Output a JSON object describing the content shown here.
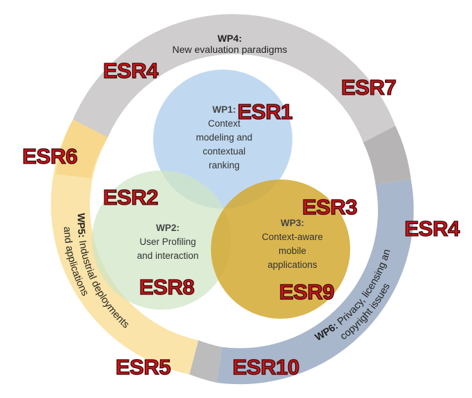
{
  "colors": {
    "ring_gray": "#cfcdcd",
    "ring_dark_gray": "#b6b4b4",
    "ring_blue": "#a8b7cb",
    "ring_blue_dark": "#8fa3bd",
    "ring_yellow": "#fbe4a9",
    "ring_yellow_dark": "#f7d88c",
    "wp1_fill": "#a8cbea",
    "wp2_fill": "#d5e8cc",
    "wp3_fill": "#d4a932",
    "esr_red": "#c9161c"
  },
  "outer_ring": {
    "wp4": {
      "id": "WP4:",
      "label": "New evaluation paradigms"
    },
    "wp5": {
      "id": "WP5:",
      "label_line1": "Industrial deployments",
      "label_line2": "and applications"
    },
    "wp6": {
      "id": "WP6:",
      "label_line1": "Privacy, licensing and",
      "label_line2": "copyright issues"
    }
  },
  "circles": {
    "wp1": {
      "id": "WP1:",
      "lines": [
        "Context",
        "modeling and",
        "contextual",
        "ranking"
      ]
    },
    "wp2": {
      "id": "WP2:",
      "lines": [
        "User Profiling",
        "and interaction"
      ]
    },
    "wp3": {
      "id": "WP3:",
      "lines": [
        "Context-aware",
        "mobile",
        "applications"
      ]
    }
  },
  "esr_labels": {
    "esr4_top": "ESR4",
    "esr7": "ESR7",
    "esr1": "ESR1",
    "esr6": "ESR6",
    "esr2": "ESR2",
    "esr3": "ESR3",
    "esr4_right": "ESR4",
    "esr8": "ESR8",
    "esr9": "ESR9",
    "esr5": "ESR5",
    "esr10": "ESR10"
  }
}
